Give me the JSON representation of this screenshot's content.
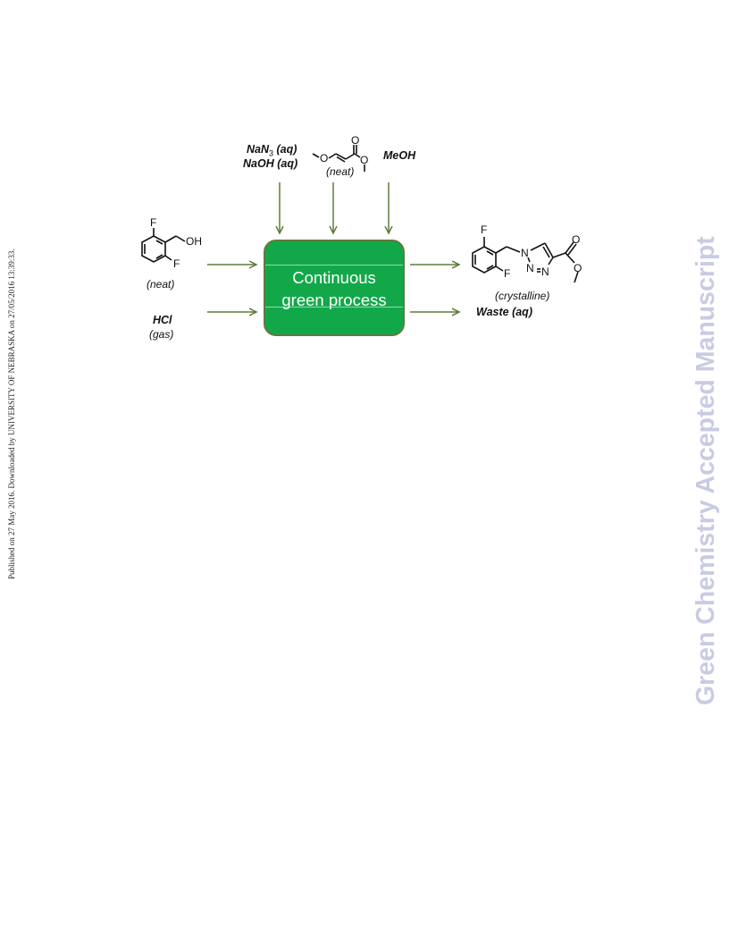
{
  "side_note": "Published on 27 May 2016. Downloaded by UNIVERSITY OF NEBRASKA on 27/05/2016 13:39:33.",
  "watermark": "Green Chemistry Accepted Manuscript",
  "process": {
    "line1": "Continuous",
    "line2": "green process"
  },
  "inputs": {
    "azide_line1_prefix": "NaN",
    "azide_line1_sub": "3",
    "azide_line1_suffix": " (aq)",
    "azide_line2": "NaOH (aq)",
    "acrylate_state": "(neat)",
    "methanol": "MeOH",
    "alcohol_state": "(neat)",
    "hcl": "HCl",
    "hcl_state": "(gas)"
  },
  "outputs": {
    "product_state": "(crystalline)",
    "waste": "Waste (aq)"
  },
  "atoms": {
    "F": "F",
    "OH": "OH",
    "O": "O",
    "N": "N"
  },
  "colors": {
    "box_fill": "#12a84a",
    "box_border": "#5f7a3b",
    "arrow": "#5f7a3b",
    "watermark": "#c9cbe3"
  }
}
